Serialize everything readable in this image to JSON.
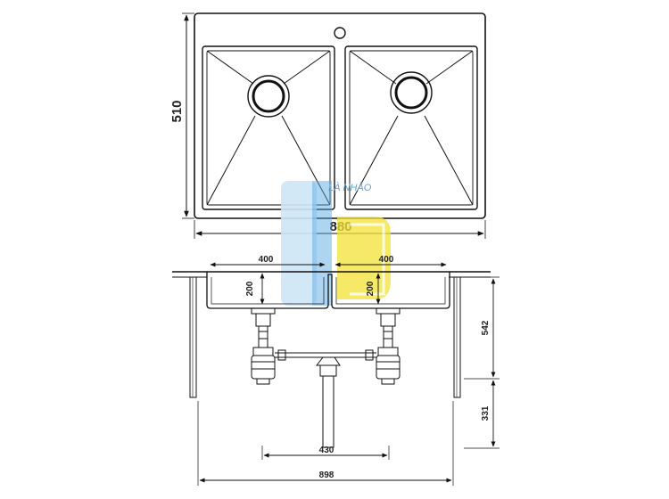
{
  "diagram": {
    "top_view": {
      "width_label": "880",
      "height_label": "510"
    },
    "section_view": {
      "left_bowl_width_label": "400",
      "right_bowl_width_label": "400",
      "left_bowl_depth_label": "200",
      "right_bowl_depth_label": "200",
      "waste_spacing_label": "430",
      "cabinet_width_label": "898",
      "upper_height_label": "542",
      "lower_height_label": "331"
    },
    "watermark": {
      "text": "LÀ NHÀO",
      "colors": {
        "blue": "#5aa7e0",
        "yellow": "#f2e23a",
        "light": "#cfe6f7"
      }
    }
  }
}
